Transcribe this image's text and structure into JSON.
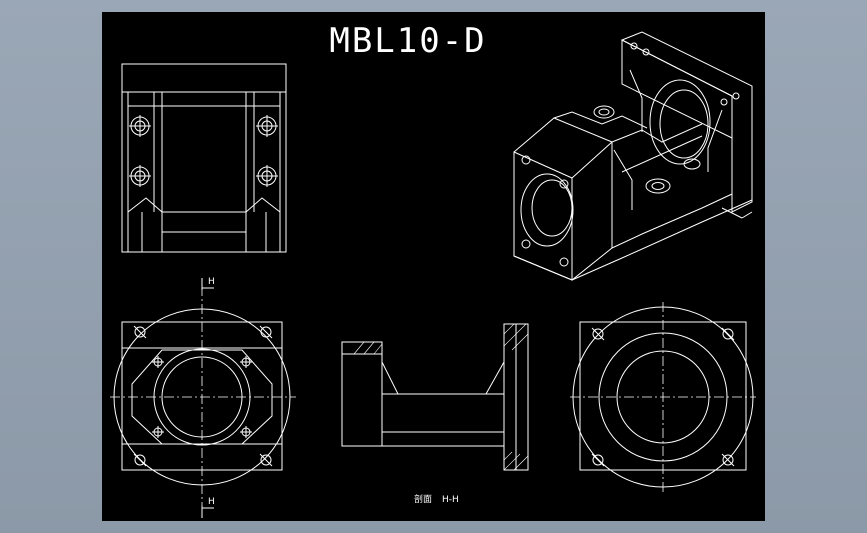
{
  "drawing": {
    "title": "MBL10-D",
    "section_label_top": "H",
    "section_label_bottom": "H",
    "section_caption_glyph": "剖面",
    "section_caption": "H-H"
  },
  "colors": {
    "background_outer": "#8c99a8",
    "sheet": "#000000",
    "lines": "#ffffff"
  }
}
